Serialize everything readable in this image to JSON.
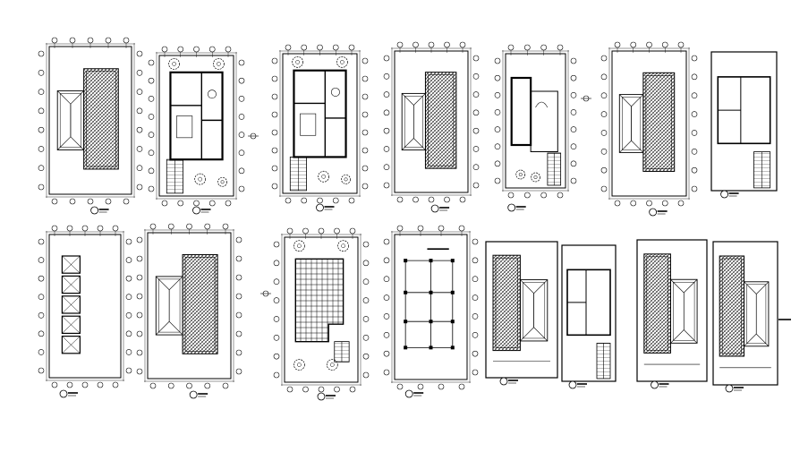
{
  "sheet": {
    "description_hidden": "",
    "ink": "#000000",
    "paper": "#ffffff"
  },
  "rows": [
    {
      "panels": [
        {
          "kind": "roof-plan-gridded"
        },
        {
          "kind": "floor-plan-ground"
        },
        {
          "kind": "floor-plan-ground"
        },
        {
          "kind": "roof-plan-gridded"
        },
        {
          "kind": "floor-plan-upper"
        },
        {
          "kind": "roof-plan-gridded"
        },
        {
          "kind": "floor-plan-framed"
        }
      ]
    },
    {
      "panels": [
        {
          "kind": "foundation-plan"
        },
        {
          "kind": "roof-plan-gridded"
        },
        {
          "kind": "tile-plan"
        },
        {
          "kind": "structure-plan"
        },
        {
          "kind": "roof-plan-framed"
        },
        {
          "kind": "floor-plan-framed"
        },
        {
          "kind": "roof-plan-framed"
        },
        {
          "kind": "roof-plan-framed"
        }
      ]
    }
  ]
}
